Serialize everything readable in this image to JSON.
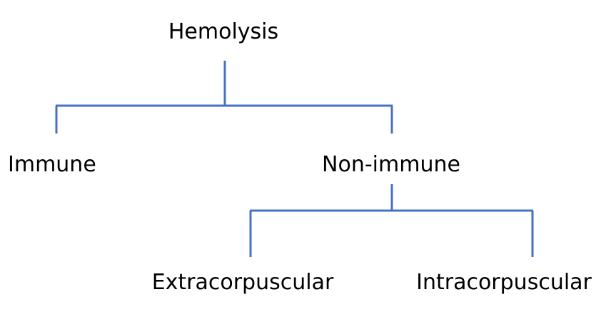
{
  "tree": {
    "root": {
      "label": "Hemolysis"
    },
    "immune": {
      "label": "Immune"
    },
    "non_immune": {
      "label": "Non-immune"
    },
    "extracorpuscular": {
      "label": "Extracorpuscular"
    },
    "intracorpuscular": {
      "label": "Intracorpuscular"
    }
  },
  "colors": {
    "connector": "#4472c4",
    "text": "#000000",
    "background": "#ffffff"
  }
}
